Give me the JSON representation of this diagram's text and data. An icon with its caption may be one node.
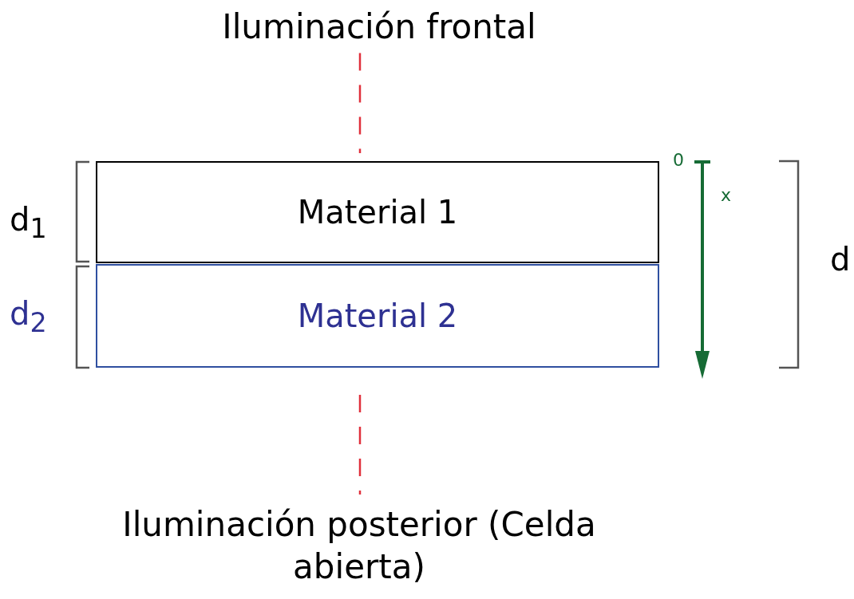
{
  "diagram": {
    "nodes": [
      {
        "text": [
          "Iluminación frontal"
        ]
      },
      {
        "text": [
          "Material 1"
        ]
      },
      {
        "text": [
          "Material 2"
        ]
      },
      {
        "text": [
          "Iluminación posterior (Celda abierta)"
        ]
      }
    ],
    "edges": [
      {
        "from": 0,
        "to": 1,
        "arrow": "none",
        "style": "dashed",
        "color": "#e0303c"
      },
      {
        "from": 2,
        "to": 3,
        "arrow": "none",
        "style": "dashed",
        "color": "#e0303c"
      }
    ],
    "labels": [
      "0",
      "x",
      "d$_{1}$",
      "d",
      "d$_{2}$"
    ]
  }
}
